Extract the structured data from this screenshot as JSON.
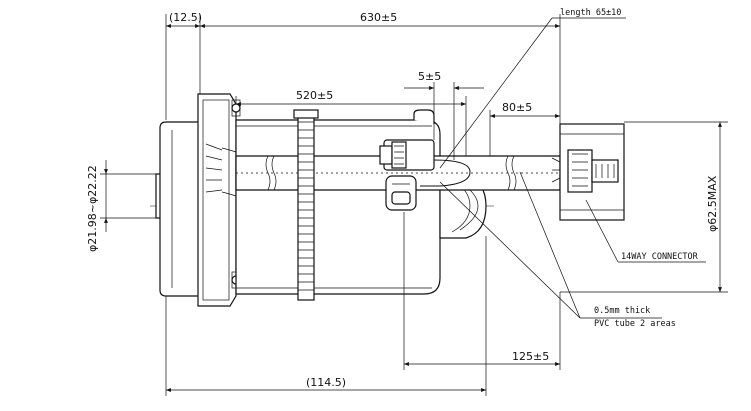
{
  "dimensions": {
    "d_12_5": "(12.5)",
    "d_630": "630±5",
    "d_length": "length 65±10",
    "d_5": "5±5",
    "d_520": "520±5",
    "d_80": "80±5",
    "d_dia_left": "φ21.98~φ22.22",
    "d_dia_right": "φ62.5MAX",
    "d_125": "125±5",
    "d_114_5": "(114.5)"
  },
  "notes": {
    "connector": "14WAY CONNECTOR",
    "pvc_line1": "0.5mm  thick",
    "pvc_line2": "PVC tube 2 areas"
  }
}
